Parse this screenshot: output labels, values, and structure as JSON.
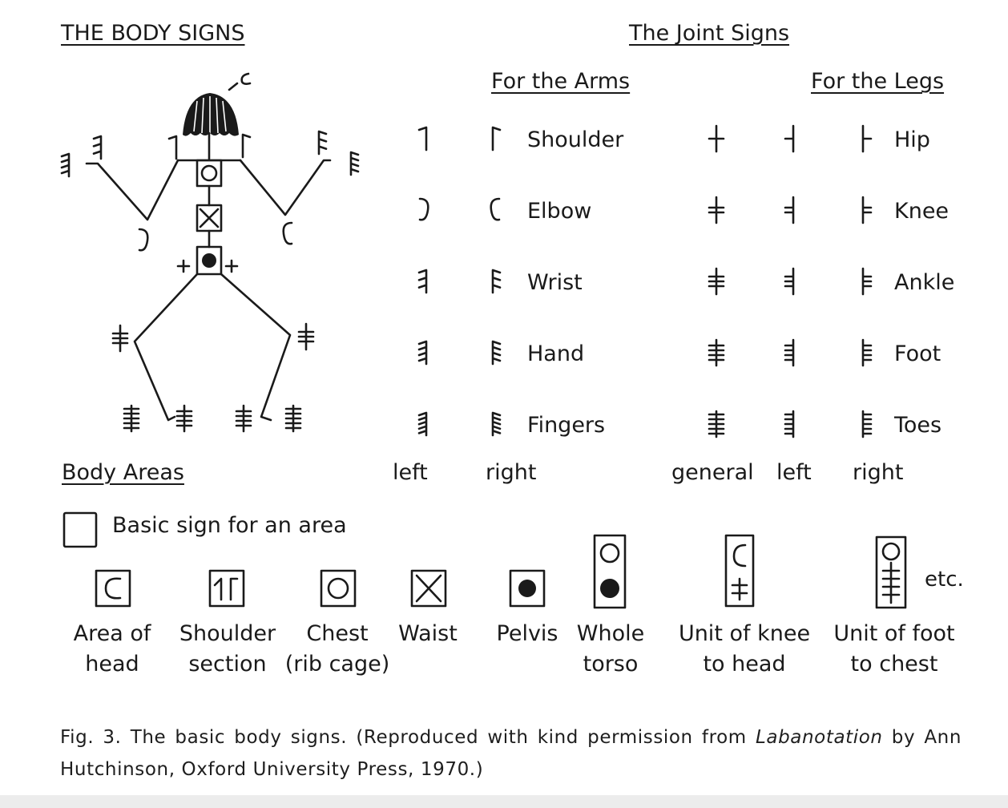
{
  "headings": {
    "body_signs": "THE BODY SIGNS",
    "joint_signs": "The Joint Signs",
    "for_arms": "For the Arms",
    "for_legs": "For the Legs",
    "body_areas": "Body Areas"
  },
  "arm_joints": [
    "Shoulder",
    "Elbow",
    "Wrist",
    "Hand",
    "Fingers"
  ],
  "leg_joints": [
    "Hip",
    "Knee",
    "Ankle",
    "Foot",
    "Toes"
  ],
  "arm_columns": [
    "left",
    "right"
  ],
  "leg_columns": [
    "general",
    "left",
    "right"
  ],
  "basic_sign": "Basic sign for an area",
  "areas": [
    {
      "line1": "Area of",
      "line2": "head"
    },
    {
      "line1": "Shoulder",
      "line2": "section"
    },
    {
      "line1": "Chest",
      "line2": "(rib cage)"
    },
    {
      "line1": "Waist",
      "line2": ""
    },
    {
      "line1": "Pelvis",
      "line2": ""
    },
    {
      "line1": "Whole",
      "line2": "torso"
    },
    {
      "line1": "Unit of knee",
      "line2": "to head"
    },
    {
      "line1": "Unit of foot",
      "line2": "to chest"
    }
  ],
  "etc": "etc.",
  "caption": {
    "prefix": "Fig. 3.  The basic body signs. (Reproduced with kind permission from ",
    "book": "Labanotation",
    "suffix": " by Ann Hutchinson, Oxford University Press, 1970.)"
  }
}
